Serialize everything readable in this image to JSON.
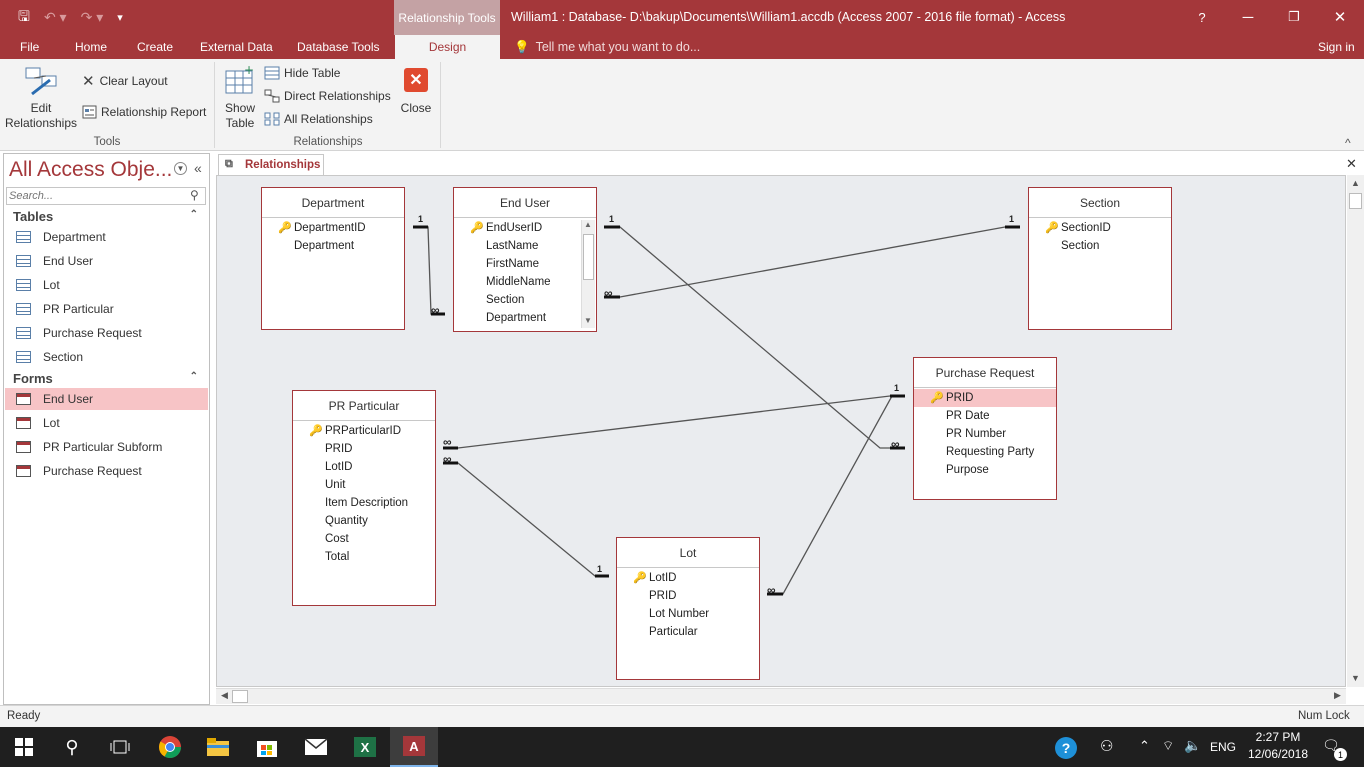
{
  "window": {
    "context_tab": "Relationship Tools",
    "title": "William1 : Database- D:\\bakup\\Documents\\William1.accdb (Access 2007 - 2016 file format) - Access",
    "help": "?",
    "minimize": "─",
    "restore": "❐",
    "close": "✕"
  },
  "qat": {
    "save": "🖫",
    "undo": "↶ ▾",
    "redo": "↷ ▾",
    "customize": "▾"
  },
  "tabs": {
    "file": "File",
    "home": "Home",
    "create": "Create",
    "external": "External Data",
    "dbtools": "Database Tools",
    "design": "Design",
    "tellme": "Tell me what you want to do...",
    "signin": "Sign in"
  },
  "ribbon": {
    "edit_rel_1": "Edit",
    "edit_rel_2": "Relationships",
    "clear_layout": "Clear Layout",
    "rel_report": "Relationship Report",
    "tools_group": "Tools",
    "show_table_1": "Show",
    "show_table_2": "Table",
    "hide_table": "Hide Table",
    "direct_rel": "Direct Relationships",
    "all_rel": "All Relationships",
    "close": "Close",
    "rel_group": "Relationships",
    "collapse": "^"
  },
  "nav": {
    "title": "All Access Obje...",
    "search_placeholder": "Search...",
    "tables_header": "Tables",
    "tables": [
      "Department",
      "End User",
      "Lot",
      "PR Particular",
      "Purchase Request",
      "Section"
    ],
    "forms_header": "Forms",
    "forms": [
      "End User",
      "Lot",
      "PR Particular Subform",
      "Purchase Request"
    ]
  },
  "doc": {
    "tab": "Relationships",
    "close": "✕"
  },
  "tables": {
    "department": {
      "title": "Department",
      "fields": [
        "DepartmentID",
        "Department"
      ]
    },
    "enduser": {
      "title": "End User",
      "fields": [
        "EndUserID",
        "LastName",
        "FirstName",
        "MiddleName",
        "Section",
        "Department"
      ]
    },
    "section": {
      "title": "Section",
      "fields": [
        "SectionID",
        "Section"
      ]
    },
    "purchase": {
      "title": "Purchase Request",
      "fields": [
        "PRID",
        "PR Date",
        "PR Number",
        "Requesting Party",
        "Purpose"
      ]
    },
    "prparticular": {
      "title": "PR Particular",
      "fields": [
        "PRParticularID",
        "PRID",
        "LotID",
        "Unit",
        "Item Description",
        "Quantity",
        "Cost",
        "Total"
      ]
    },
    "lot": {
      "title": "Lot",
      "fields": [
        "LotID",
        "PRID",
        "Lot Number",
        "Particular"
      ]
    }
  },
  "cardinality": {
    "one": "1",
    "many": "∞"
  },
  "status": {
    "left": "Ready",
    "right": "Num Lock"
  },
  "taskbar": {
    "lang": "ENG",
    "time": "2:27 PM",
    "date": "12/06/2018",
    "notif": "1"
  },
  "colors": {
    "accent": "#a4373a",
    "selected": "#f7c4c6",
    "canvas": "#eaecef"
  }
}
